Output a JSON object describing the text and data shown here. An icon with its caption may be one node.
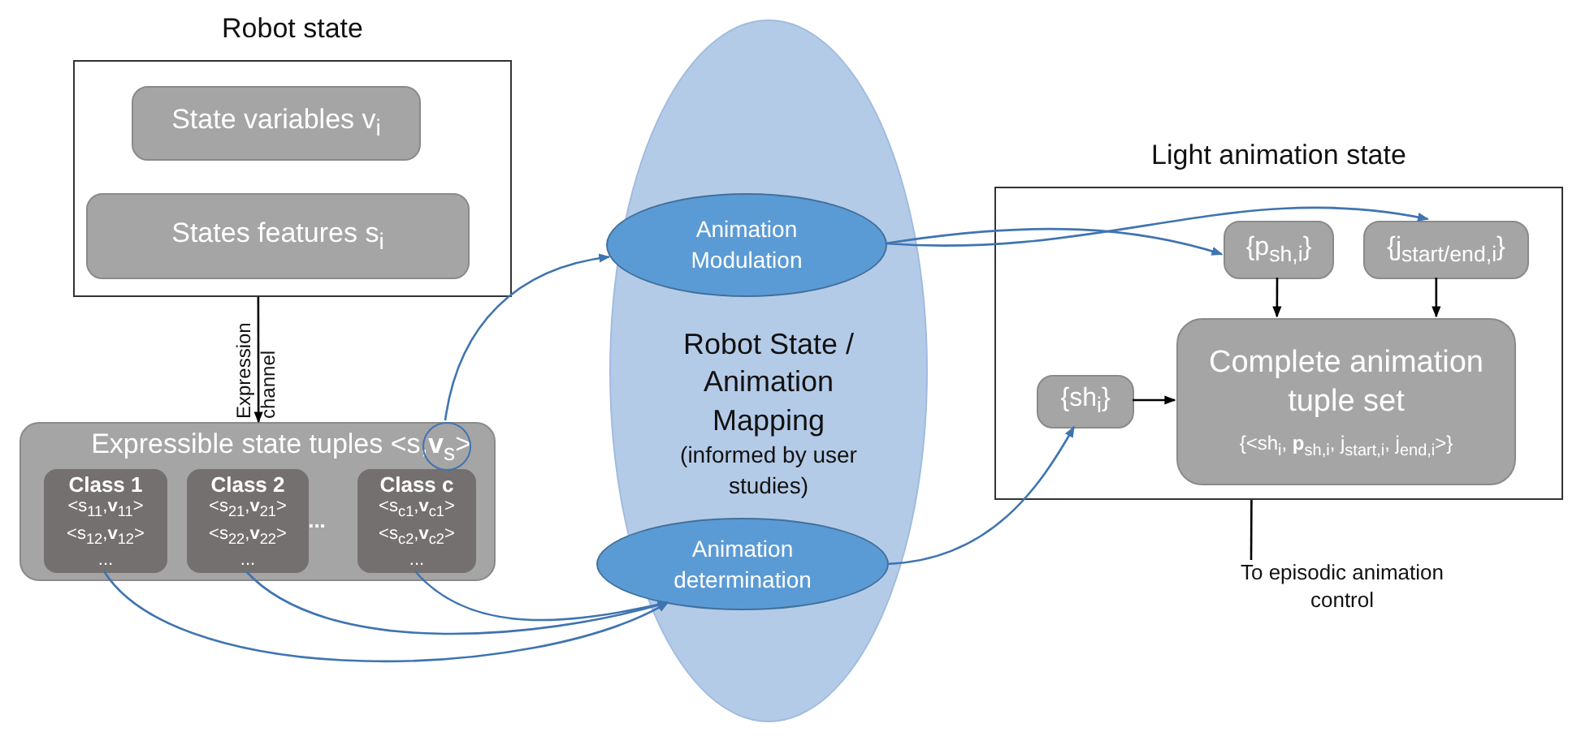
{
  "diagram": {
    "nodes": [
      {
        "text": [
          "Robot state"
        ]
      },
      {
        "text": [
          "State variables v$_{i}$"
        ],
        "in": 0
      },
      {
        "text": [
          "States features s$_{i}$"
        ],
        "in": 0
      },
      {
        "text": [
          "Expressible state tuples <s,**v**$_{s}$>"
        ]
      },
      {
        "text": [
          "Class 1",
          "<s$_{11}$,**v**$_{11}$>",
          "<s$_{12}$,**v**$_{12}$>",
          "..."
        ],
        "in": 3
      },
      {
        "text": [
          "Class 2",
          "<s$_{21}$,**v**$_{21}$>",
          "<s$_{22}$,**v**$_{22}$>",
          "..."
        ],
        "in": 3
      },
      {
        "text": [
          "Class c",
          "<s$_{c1}$,**v**$_{c1}$>",
          "<s$_{c2}$,**v**$_{c2}$>",
          "..."
        ],
        "in": 3
      },
      {
        "text": [],
        "shape": "circle",
        "in": 3
      },
      {
        "text": [
          "Robot State / Animation Mapping",
          "(informed by user studies)"
        ]
      },
      {
        "text": [
          "Animation Modulation"
        ],
        "in": 8
      },
      {
        "text": [
          "Animation determination"
        ],
        "in": 8
      },
      {
        "text": [
          "Light animation state"
        ]
      },
      {
        "text": [
          "{p$_{sh,i}$}"
        ],
        "in": 11
      },
      {
        "text": [
          "{j$_{start/end,i}$}"
        ],
        "in": 11
      },
      {
        "text": [
          "{sh$_{i}$}"
        ],
        "in": 11
      },
      {
        "text": [
          "Complete animation tuple set",
          "{<sh$_{i}$, **p**$_{sh,i}$, j$_{start,i}$, j$_{end,i}$>}"
        ],
        "in": 11
      },
      {
        "text": [
          "To episodic animation control"
        ]
      }
    ],
    "edges": [
      {
        "from": 0,
        "to": 3,
        "arrow": "to",
        "label": "Expression channel",
        "color": "#000000"
      },
      {
        "from": 7,
        "to": 9,
        "arrow": "to"
      },
      {
        "from": 4,
        "to": 10,
        "arrow": "to"
      },
      {
        "from": 5,
        "to": 10,
        "arrow": "to"
      },
      {
        "from": 6,
        "to": 10,
        "arrow": "to"
      },
      {
        "from": 9,
        "to": 12,
        "arrow": "to"
      },
      {
        "from": 9,
        "to": 13,
        "arrow": "to"
      },
      {
        "from": 10,
        "to": 14,
        "arrow": "to"
      },
      {
        "from": 12,
        "to": 15,
        "arrow": "to",
        "color": "#000000"
      },
      {
        "from": 13,
        "to": 15,
        "arrow": "to",
        "color": "#000000"
      },
      {
        "from": 14,
        "to": 15,
        "arrow": "to",
        "color": "#000000"
      },
      {
        "from": 11,
        "to": 16,
        "arrow": "none",
        "color": "#000000"
      }
    ],
    "labels": [
      "..."
    ]
  }
}
